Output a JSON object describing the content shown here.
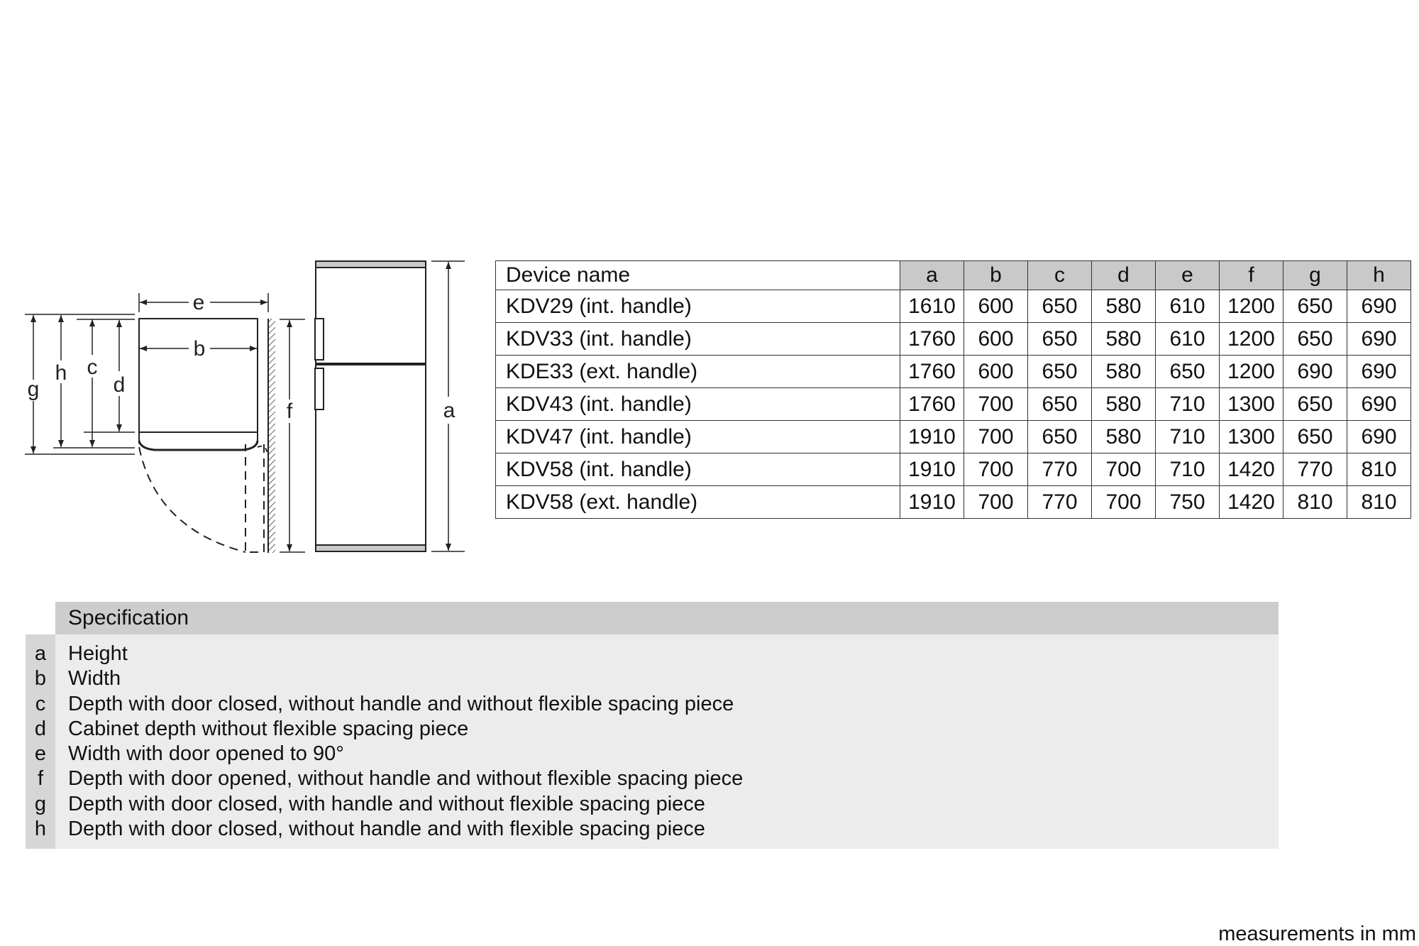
{
  "diagram_labels": {
    "top_view": {
      "e": "e",
      "b": "b",
      "g": "g",
      "h": "h",
      "c": "c",
      "d": "d",
      "f": "f"
    },
    "front_view": {
      "a": "a"
    }
  },
  "table": {
    "header": [
      "Device name",
      "a",
      "b",
      "c",
      "d",
      "e",
      "f",
      "g",
      "h"
    ],
    "rows": [
      [
        "KDV29 (int. handle)",
        "1610",
        "600",
        "650",
        "580",
        "610",
        "1200",
        "650",
        "690"
      ],
      [
        "KDV33 (int. handle)",
        "1760",
        "600",
        "650",
        "580",
        "610",
        "1200",
        "650",
        "690"
      ],
      [
        "KDE33 (ext. handle)",
        "1760",
        "600",
        "650",
        "580",
        "650",
        "1200",
        "690",
        "690"
      ],
      [
        "KDV43 (int. handle)",
        "1760",
        "700",
        "650",
        "580",
        "710",
        "1300",
        "650",
        "690"
      ],
      [
        "KDV47 (int. handle)",
        "1910",
        "700",
        "650",
        "580",
        "710",
        "1300",
        "650",
        "690"
      ],
      [
        "KDV58 (int. handle)",
        "1910",
        "700",
        "770",
        "700",
        "710",
        "1420",
        "770",
        "810"
      ],
      [
        "KDV58 (ext. handle)",
        "1910",
        "700",
        "770",
        "700",
        "750",
        "1420",
        "810",
        "810"
      ]
    ]
  },
  "specification": {
    "title": "Specification",
    "items": [
      {
        "key": "a",
        "text": "Height"
      },
      {
        "key": "b",
        "text": "Width"
      },
      {
        "key": "c",
        "text": "Depth with door closed, without handle and without flexible spacing piece"
      },
      {
        "key": "d",
        "text": "Cabinet depth without flexible spacing piece"
      },
      {
        "key": "e",
        "text": "Width with door opened to 90°"
      },
      {
        "key": "f",
        "text": "Depth with door opened, without handle and without flexible spacing piece"
      },
      {
        "key": "g",
        "text": "Depth with door closed, with handle and without flexible spacing piece"
      },
      {
        "key": "h",
        "text": "Depth with door closed, without handle and with flexible spacing piece"
      }
    ]
  },
  "footer": {
    "units": "measurements in mm"
  }
}
